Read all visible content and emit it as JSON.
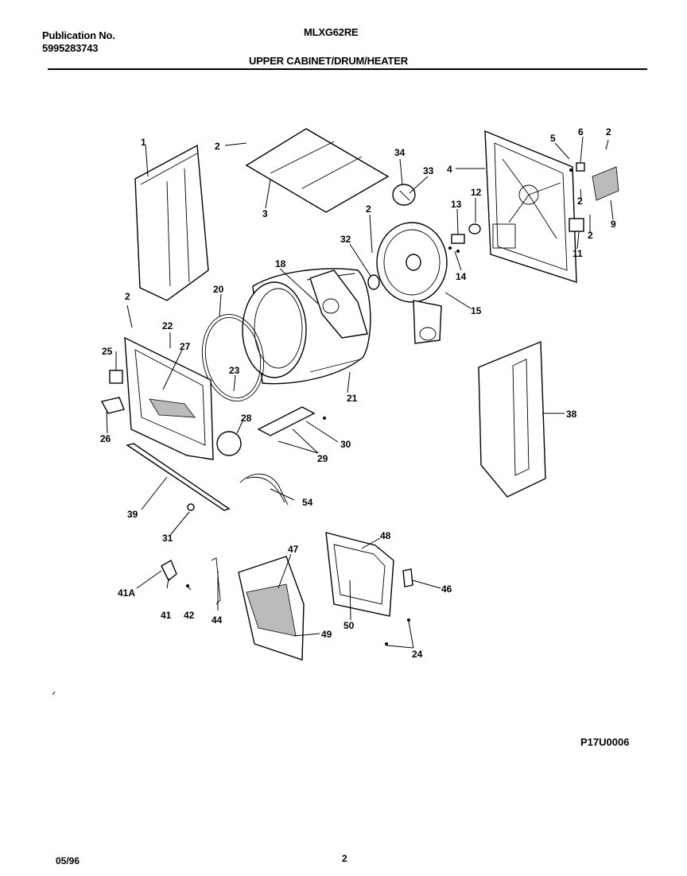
{
  "header": {
    "publication_label": "Publication No.",
    "publication_number": "5995283743",
    "model": "MLXG62RE",
    "section_title": "UPPER CABINET/DRUM/HEATER"
  },
  "callouts": [
    "1",
    "2",
    "2",
    "2",
    "2",
    "2",
    "2",
    "3",
    "4",
    "5",
    "6",
    "9",
    "11",
    "12",
    "13",
    "14",
    "15",
    "18",
    "20",
    "21",
    "22",
    "23",
    "24",
    "25",
    "26",
    "27",
    "28",
    "29",
    "30",
    "31",
    "32",
    "33",
    "34",
    "38",
    "39",
    "41",
    "41A",
    "42",
    "44",
    "46",
    "47",
    "48",
    "49",
    "50",
    "54"
  ],
  "footer": {
    "diagram_code": "P17U0006",
    "date": "05/96",
    "page": "2"
  }
}
